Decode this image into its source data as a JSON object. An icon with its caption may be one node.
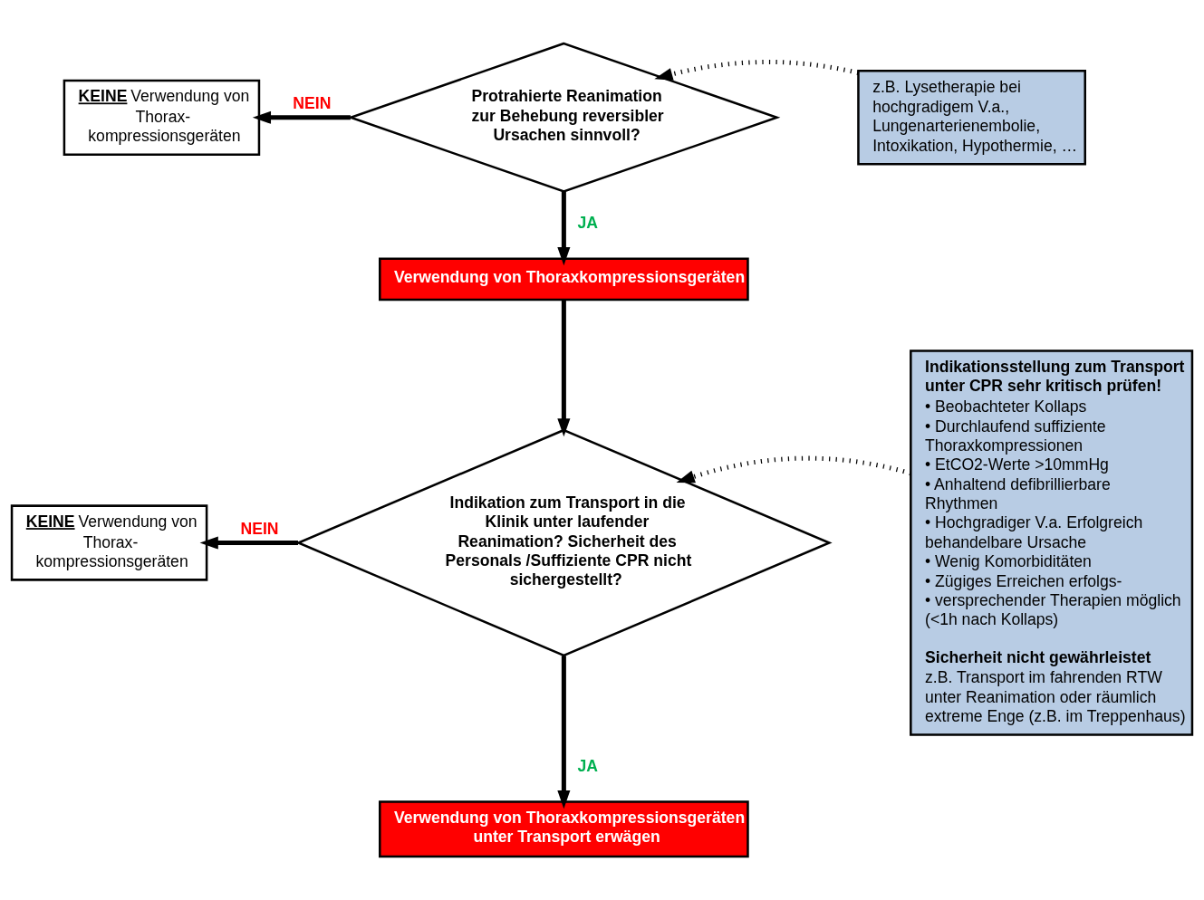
{
  "diagram": {
    "nodes": [
      {
        "text": [
          "**KEINE** Verwendung von Thorax- kompressionsgeräten"
        ]
      },
      {
        "text": [
          "Protrahierte Reanimation zur Behebung reversibler Ursachen sinnvoll?"
        ]
      },
      {
        "text": [
          "z.B. Lysetherapie bei hochgradigem V.a., Lungenarterienembolie, Intoxikation, Hypothermie, …"
        ]
      },
      {
        "text": [
          "Verwendung von Thoraxkompressionsgeräten"
        ]
      },
      {
        "text": [
          "**KEINE** Verwendung von Thorax- kompressionsgeräten"
        ]
      },
      {
        "text": [
          "Indikation zum Transport in die Klinik unter laufender Reanimation? Sicherheit des Personals /Suffiziente CPR nicht sichergestellt?"
        ]
      },
      {
        "text": [
          "Indikationsstellung zum Transport unter CPR sehr kritisch prüfen!",
          "• Beobachteter Kollaps",
          "• Durchlaufend suffiziente Thoraxkompressionen",
          "• EtCO2-Werte >10mmHg",
          "• Anhaltend defibrillierbare Rhythmen",
          "• Hochgradiger V.a. Erfolgreich behandelbare Ursache",
          "• Wenig Komorbiditäten",
          "• Zügiges Erreichen erfolgs-",
          "• versprechender Therapien möglich (<1h nach Kollaps)",
          "Sicherheit nicht gewährleistet",
          "z.B. Transport im fahrenden RTW unter Reanimation oder räumlich extreme Enge (z.B. im Treppenhaus)"
        ]
      },
      {
        "text": [
          "Verwendung von Thoraxkompressionsgeräten unter Transport erwägen"
        ]
      }
    ],
    "edges": [
      {
        "from": 1,
        "to": 0,
        "arrow": "to",
        "label": "NEIN"
      },
      {
        "from": 2,
        "to": 1,
        "arrow": "to",
        "style": "dashed"
      },
      {
        "from": 1,
        "to": 3,
        "arrow": "to",
        "label": "JA"
      },
      {
        "from": 3,
        "to": 5,
        "arrow": "to"
      },
      {
        "from": 5,
        "to": 4,
        "arrow": "to",
        "label": "NEIN"
      },
      {
        "from": 6,
        "to": 5,
        "arrow": "to",
        "style": "dashed"
      },
      {
        "from": 5,
        "to": 7,
        "arrow": "to",
        "label": "JA"
      }
    ]
  }
}
